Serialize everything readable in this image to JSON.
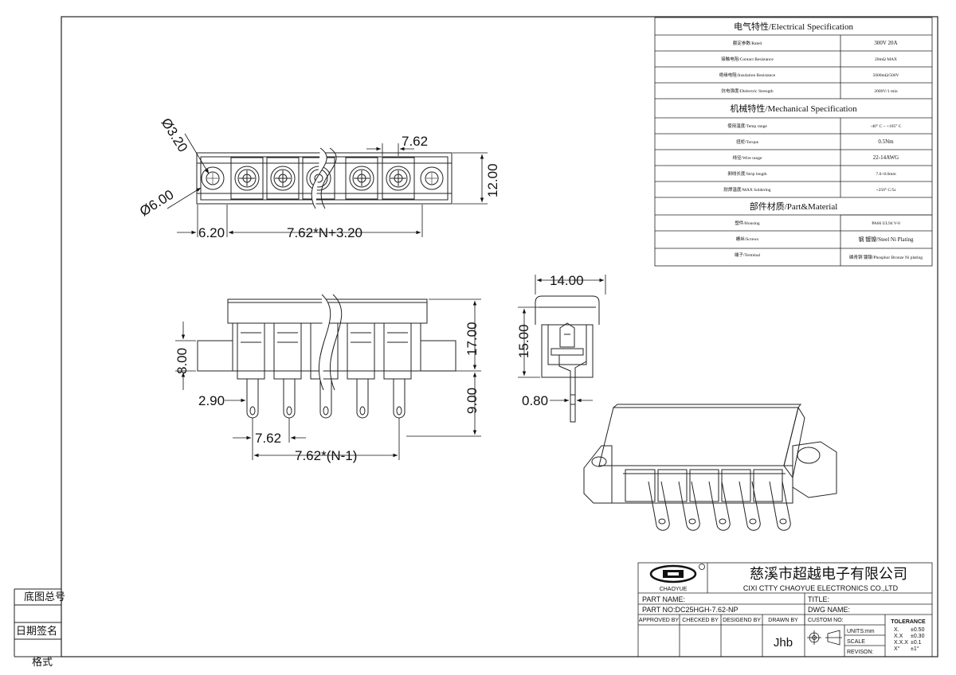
{
  "spec": {
    "electrical_title": "电气特性/Electrical Specification",
    "mechanical_title": "机械特性/Mechanical Specification",
    "material_title": "部件材质/Part&Material",
    "rows": [
      {
        "label": "额定参数/Rated",
        "value": "300V  20A"
      },
      {
        "label": "接触电阻/Contact Resistance",
        "value": "20mΩ MAX"
      },
      {
        "label": "绝缘电阻/Insulation Resistance",
        "value": "5000mΩ/500V"
      },
      {
        "label": "抗电强度/Dielectric Strength",
        "value": "2000V/1 min"
      },
      {
        "label": "使用温度/Temp range",
        "value": "-40° C ~ +105° C"
      },
      {
        "label": "扭矩/Torque",
        "value": "0.5Nm"
      },
      {
        "label": "线径/Wire range",
        "value": "22-14AWG"
      },
      {
        "label": "剥线长度/Strip length",
        "value": "7.0~8.0mm"
      },
      {
        "label": "耐焊温度/MAX Soldering",
        "value": "+250° C/5s"
      },
      {
        "label": "塑件/Housing",
        "value": "PA66 UL94 V-0"
      },
      {
        "label": "螺丝/Screws",
        "value": "钢 镀镍/Steel Ni Plating"
      },
      {
        "label": "端子/Terminal",
        "value": "磷青铜 镀镍/Phosphor Bronze Ni plating"
      }
    ]
  },
  "dims": {
    "d320": "Ø3.20",
    "d600": "Ø6.00",
    "pitch_top": "7.62",
    "h1200": "12.00",
    "w620": "6.20",
    "wtotal": "7.62*N+3.20",
    "h800": "8.00",
    "h1700": "17.00",
    "h900": "9.00",
    "w290": "2.90",
    "pitch_bot": "7.62",
    "wpins": "7.62*(N-1)",
    "w1400": "14.00",
    "h1500": "15.00",
    "t080": "0.80"
  },
  "left_labels": {
    "bottom_no": "底图总号",
    "date_sign": "日期签名",
    "format": "格式"
  },
  "title_block": {
    "logo_text": "CHAOYUE",
    "company_cn": "慈溪市超越电子有限公司",
    "company_en": "CIXI CTTY CHAOYUE ELECTRONICS CO.,LTD",
    "part_name": "PART NAME:",
    "title": "TITLE:",
    "part_no": "PART NO:DC25HGH-7.62-NP",
    "dwg_name": "DWG NAME:",
    "approved_by": "APPROVED BY",
    "checked_by": "CHECKED BY",
    "designed_by": "DESIGEND BY",
    "drawn_by": "DRAWN BY",
    "custom_no": "CUSTOM NO:",
    "drawer": "Jhb",
    "units": "UNITS:mm",
    "scale": "SCALE",
    "revision": "REVISON:",
    "tolerance": "TOLERANCE",
    "tol_rows": [
      {
        "k": "X.",
        "v": "±0.50"
      },
      {
        "k": "X.X",
        "v": "±0.30"
      },
      {
        "k": "X.X.X",
        "v": "±0.1"
      },
      {
        "k": "X°",
        "v": "±1°"
      }
    ]
  }
}
